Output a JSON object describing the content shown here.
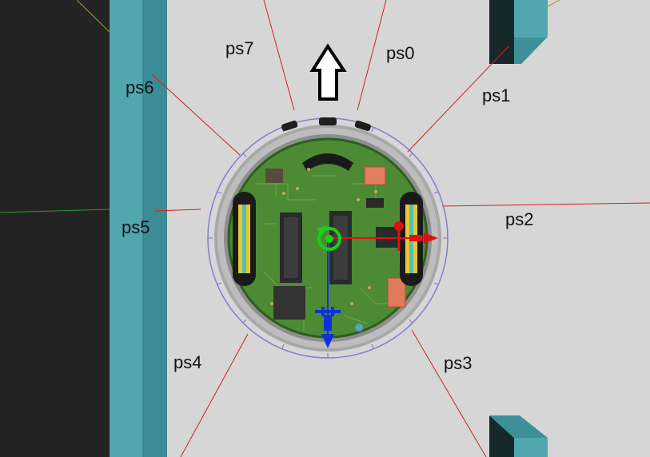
{
  "sensors": {
    "ps0": "ps0",
    "ps1": "ps1",
    "ps2": "ps2",
    "ps3": "ps3",
    "ps4": "ps4",
    "ps5": "ps5",
    "ps6": "ps6",
    "ps7": "ps7"
  },
  "colors": {
    "floor": "#d6d6d6",
    "void": "#232323",
    "wall_face": "#52a6b0",
    "wall_side": "#3b8c96",
    "wall_dark": "#16282a",
    "sensor_ray": "#d42020",
    "ring_outer": "#7f7fcf",
    "axis_x": "#e01010",
    "axis_y": "#18d018",
    "axis_z": "#1030e0",
    "pcb": "#4c8a34"
  },
  "icons": {
    "heading_arrow": "arrow-up-icon",
    "rotation_gizmo": "rotate-icon"
  }
}
